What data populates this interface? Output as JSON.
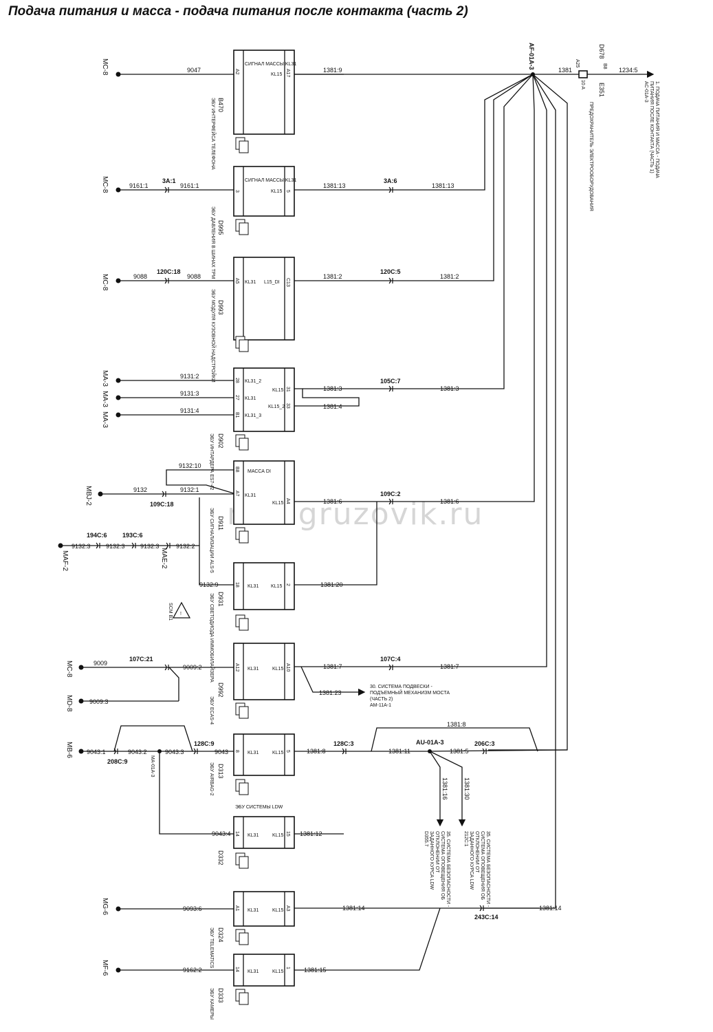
{
  "title": "Подача питания и масса - подача питания после контакта (часть 2)",
  "watermark": "mangruzovik.ru",
  "power_source": {
    "node": "AF-01A-3",
    "wire": "1381",
    "fuse_pin": "A25",
    "fuse_rating": "10 A",
    "fuse_id": "E351",
    "fuse_desc": "ПРЕДОХРАНИТЕЛЬ ЭЛЕКТРООБОРУДОВАНИЯ",
    "block": "D678",
    "block_pin": "B8",
    "out_wire": "1234:5",
    "out_ref_1": "1. ПОДАЧА ПИТАНИЯ И МАССА - ПОДАЧА",
    "out_ref_2": "ПИТАНИЯ ПОСЛЕ КОНТАКТА (ЧАСТЬ 1)",
    "out_ref_3": "AC-01A-3"
  },
  "grounds": [
    "MC-8",
    "MC-8",
    "MC-8",
    "MA-3",
    "MA-3",
    "MA-3",
    "MBJ-2",
    "MAF-2",
    "MAE-2",
    "MC-8",
    "MD-8",
    "MB-6",
    "MG-6",
    "MF-6"
  ],
  "ecus": [
    {
      "id": "B470",
      "desc": "ЭБУ ИНТЕРФЕЙСА ТЕЛЕФОНА",
      "pin_l": "A2",
      "pin_r": "A17",
      "lbl_l": "СИГНАЛ МАССЫ KL31",
      "lbl_r": "KL15"
    },
    {
      "id": "D995",
      "desc": "ЭБУ ДАВЛЕНИЯ В ШИНАХ TPM",
      "pin_l": "3",
      "pin_r": "5",
      "lbl_l": "СИГНАЛ МАССЫ KL31",
      "lbl_r": "KL15"
    },
    {
      "id": "D993",
      "desc": "ЭБУ МОДУЛЯ КУЗОВНОЙ НАДСТРОЙКИ",
      "pin_l": "A5",
      "pin_r": "C13",
      "lbl_l": "KL31",
      "lbl_r": "L15_DI"
    },
    {
      "id": "D902",
      "desc": "ЭБУ ИНТАРДЕРА ES7-42",
      "pin_l": "28",
      "pin_l2": "27",
      "pin_l3": "B1",
      "pin_r": "31",
      "pin_r2": "33",
      "lbl_l": "KL31_2",
      "lbl_l2": "KL31",
      "lbl_l3": "KL31_3",
      "lbl_r": "KL15",
      "lbl_r2": "KL15_2"
    },
    {
      "id": "D911",
      "desc": "ЭБУ СИГНАЛИЗАЦИИ ALS-5",
      "pin_l": "B8",
      "pin_l2": "A7",
      "pin_r": "A4",
      "lbl_l": "МАССА DI",
      "lbl_l2": "KL31",
      "lbl_r": "KL15"
    },
    {
      "id": "D931",
      "desc": "ЭБУ СВЕТОДИОДА ИММОБИЛАЙЗЕРА",
      "pin_l": "18",
      "pin_r": "2",
      "lbl_l": "KL31",
      "lbl_r": "KL15"
    },
    {
      "id": "D992",
      "desc": "ЭБУ ECAS-4",
      "pin_l": "A12",
      "pin_r": "A10",
      "lbl_l": "KL31",
      "lbl_r": "KL15"
    },
    {
      "id": "D313",
      "desc": "ЭБУ AIRBAG-2",
      "pin_l": "8",
      "pin_r": "5",
      "lbl_l": "KL31",
      "lbl_r": "KL15"
    },
    {
      "id": "D332",
      "desc": "ЭБУ СИСТЕМЫ LDW",
      "pin_l": "14",
      "pin_r": "15",
      "lbl_l": "KL31",
      "lbl_r": "KL15"
    },
    {
      "id": "D324",
      "desc": "ЭБУ TELEMATICS",
      "pin_l": "A1",
      "pin_r": "A3",
      "lbl_l": "KL31",
      "lbl_r": "KL15"
    },
    {
      "id": "D333",
      "desc": "ЭБУ КАМЕРЫ",
      "pin_l": "14",
      "pin_r": "1",
      "lbl_l": "KL31",
      "lbl_r": "KL15"
    }
  ],
  "wires": {
    "w9047": "9047",
    "w1381_9": "1381:9",
    "w9161_1a": "9161:1",
    "c3a1": "3A:1",
    "w9161_1b": "9161:1",
    "w1381_13a": "1381:13",
    "c3a6": "3A:6",
    "w1381_13b": "1381:13",
    "w9088a": "9088",
    "c120c18": "120C:18",
    "w9088b": "9088",
    "w1381_2a": "1381:2",
    "c120c5": "120C:5",
    "w1381_2b": "1381:2",
    "w9131_2": "9131:2",
    "w9131_3": "9131:3",
    "w9131_4": "9131:4",
    "w1381_3a": "1381:3",
    "w1381_4": "1381:4",
    "c105c7": "105C:7",
    "w1381_3b": "1381:3",
    "w9132_10": "9132:10",
    "w9132": "9132",
    "w9132_1": "9132:1",
    "c109c18": "109C:18",
    "w1381_6a": "1381:6",
    "c109c2": "109C:2",
    "w1381_6b": "1381:6",
    "c194c6": "194C:6",
    "c193c6": "193C:6",
    "w9132_3a": "9132:3",
    "w9132_3b": "9132:3",
    "w9132_3c": "9132:3",
    "w9132_2": "9132:2",
    "w9132_9": "9132:9",
    "w1381_20": "1381:20",
    "scm": "SCM B1",
    "w9009": "9009",
    "c107c21": "107C:21",
    "w9009_2": "9009:2",
    "w9009_3": "9009:3",
    "w1381_7a": "1381:7",
    "c107c4": "107C:4",
    "w1381_7b": "1381:7",
    "w1381_23": "1381:23",
    "ref30_1": "30. СИСТЕМА ПОДВЕСКИ -",
    "ref30_2": "ПОДЪЕМНЫЙ МЕХАНИЗМ МОСТА",
    "ref30_3": "(ЧАСТЬ 2)",
    "ref30_4": "AM-11A-1",
    "w9043_1": "9043:1",
    "w9043_2": "9043:2",
    "w9043_3": "9043:3",
    "c208c9": "208C:9",
    "c128c9": "128C:9",
    "w9043": "9043",
    "ma01a3": "MA-01A-3",
    "w1381_8a": "1381:8",
    "c128c3": "128C:3",
    "w1381_11": "1381:11",
    "au01a3": "AU-01A-3",
    "w1381_5": "1381:5",
    "c206c3": "206C:3",
    "w1381_8b": "1381:8",
    "w1381_16": "1381:16",
    "w1381_30": "1381:30",
    "ref35a_1": "35. СИСТЕМА БЕЗОПАСНОСТИ -",
    "ref35a_2": "СИСТЕМА ОПОВЕЩЕНИЯ ОБ",
    "ref35a_3": "ОТКЛОНЕНИИ ОТ",
    "ref35a_4": "ЗАДАННОГО КУРСА LDW",
    "ref35a_5": "D355.7",
    "ref35b_1": "35. СИСТЕМА БЕЗОПАСНОСТИ -",
    "ref35b_2": "СИСТЕМА ОПОВЕЩЕНИЯ ОБ",
    "ref35b_3": "ОТКЛОНЕНИИ ОТ",
    "ref35b_4": "ЗАДАННОГО КУРСА LDW",
    "ref35b_5": "212C:1",
    "w9043_4": "9043:4",
    "w1381_12": "1381:12",
    "w9093_6": "9093:6",
    "w1381_14a": "1381:14",
    "c243c14": "243C:14",
    "w1381_14b": "1381:14",
    "w9162_2": "9162:2",
    "w1381_15": "1381:15"
  }
}
